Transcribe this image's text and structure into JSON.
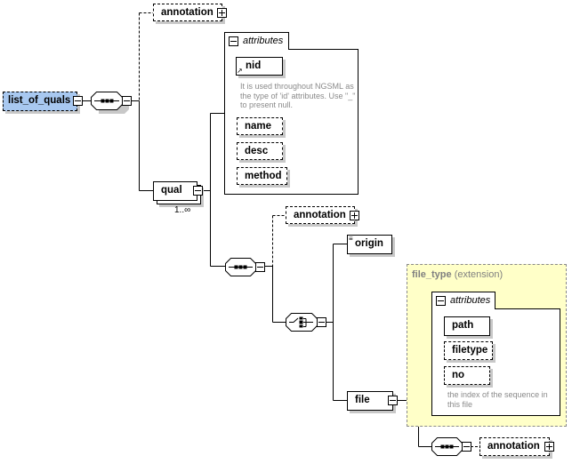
{
  "root": {
    "label": "list_of_quals"
  },
  "top_annotation": {
    "label": "annotation"
  },
  "qual": {
    "label": "qual",
    "occurrence": "1..∞"
  },
  "qual_attributes": {
    "title": "attributes",
    "items": [
      {
        "label": "nid",
        "description": "It is used throughout NGSML as the type of 'id' attributes. Use \"_\" to present null."
      },
      {
        "label": "name"
      },
      {
        "label": "desc"
      },
      {
        "label": "method"
      }
    ]
  },
  "qual_annotation": {
    "label": "annotation"
  },
  "origin": {
    "label": "origin"
  },
  "file": {
    "label": "file"
  },
  "file_type": {
    "name": "file_type",
    "kind": "(extension)"
  },
  "file_attributes": {
    "title": "attributes",
    "items": [
      {
        "label": "path"
      },
      {
        "label": "filetype"
      },
      {
        "label": "no",
        "description": "the index of the sequence in this file"
      }
    ]
  },
  "file_annotation": {
    "label": "annotation"
  },
  "colors": {
    "root_fill": "#a8c8f0",
    "extension_fill": "#ffffc8"
  }
}
